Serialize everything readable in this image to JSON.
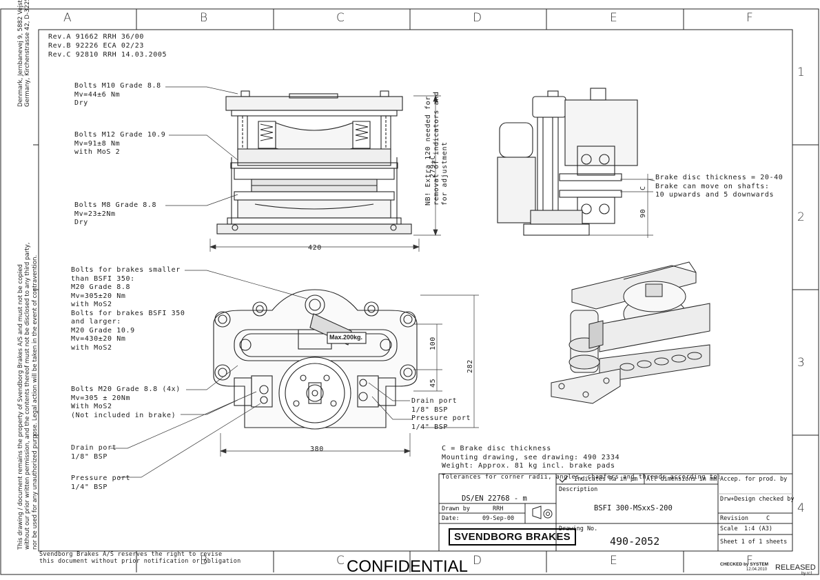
{
  "zones": {
    "columns": [
      "A",
      "B",
      "C",
      "D",
      "E",
      "F"
    ],
    "bottom_columns": [
      "B",
      "C",
      "D",
      "E",
      "F"
    ],
    "rows": [
      "1",
      "2",
      "3",
      "4"
    ]
  },
  "revisions": [
    "Rev.A 91662 RRH 36/00",
    "Rev.B 92226 ECA 02/23",
    "Rev.C 92810 RRH 14.03.2005"
  ],
  "side_address": "Denmark, Jernbanevej 9, 5882 Vejstrup, Denmark\nGermany, Kirchenstrasse 42, D-32257 Bünde, Germany",
  "side_copyright": "This drawing / document remains the property of Svendborg Brakes A/S and must not be copied\nwithout our prior written permission, and the contents thereof must not be disclosed to any third party,\nnor be used for any unauthorized purpose. Legal action will be taken in the event of contravention.",
  "annotations": {
    "bolts_m10": "Bolts M10 Grade 8.8\nMv=44±6 Nm\nDry",
    "bolts_m12": "Bolts M12 Grade 10.9\nMv=91±8 Nm\nwith MoS 2",
    "bolts_m8": "Bolts M8 Grade 8.8\nMv=23±2Nm\nDry",
    "nb_note": "NB! Extra 120 needed for\nremoval of indicators and\nfor adjustment",
    "brake_disc": "Brake disc thickness = 20-40\nBrake can move on shafts:\n10 upwards and 5 downwards",
    "bolts_brakes": "Bolts for brakes smaller\nthan BSFI 350:\nM20 Grade 8.8\nMv=305±20 Nm\nwith MoS2\nBolts for brakes BSFI 350\nand larger:\nM20 Grade 10.9\nMv=430±20 Nm\nwith MoS2",
    "bolts_m20": "Bolts M20 Grade 8.8 (4x)\nMv=305 ± 20Nm\nWith MoS2\n(Not included in brake)",
    "drain_left": "Drain port\n1/8\" BSP",
    "pressure_left": "Pressure port\n1/4\" BSP",
    "drain_right": "Drain port\n1/8\" BSP",
    "pressure_right": "Pressure port\n1/4\" BSP",
    "footer_notes": "C = Brake disc thickness\nMounting drawing, see drawing: 490 2334\nWeight: Approx. 81 kg incl. brake pads",
    "max_load": "Max.200kg.",
    "reserve": "Svendborg Brakes A/S reserves the right to revise\nthis document without prior notification or obligation"
  },
  "dimensions": {
    "top_width": "420",
    "height_279": "279+C",
    "side_c": "C",
    "side_90": "90",
    "dim_100": "100",
    "dim_45": "45",
    "dim_282": "282",
    "dim_380": "380"
  },
  "title_block": {
    "tolerances": "Tolerances for corner radii,\nangles, chamfers and threads\naccording to:",
    "standard": "DS/EN 22768 - m",
    "indicates": "Indicates Ra in µm",
    "all_dims": "All dimensions in mm",
    "accep": "Accep. for prod. by",
    "description_label": "Description",
    "description": "BSFI 300-MSxxS-200",
    "drw_design": "Drw+Design checked by",
    "drawn_by_label": "Drawn by",
    "drawn_by": "RRH",
    "date_label": "Date:",
    "date": "09-Sep-00",
    "revision_label": "Revision",
    "revision": "C",
    "scale_label": "Scale",
    "scale": "1:4 (A3)",
    "drawing_no_label": "Drawing No.",
    "drawing_no": "490-2052",
    "sheet": "Sheet 1 of 1 sheets",
    "brand": "SVENDBORG BRAKES"
  },
  "stamp": {
    "confidential": "CONFIDENTIAL",
    "checked": "CHECKED by SYSTEM",
    "checked_date": "12.04.2010",
    "released": "RELEASED",
    "by": "by rc1"
  }
}
